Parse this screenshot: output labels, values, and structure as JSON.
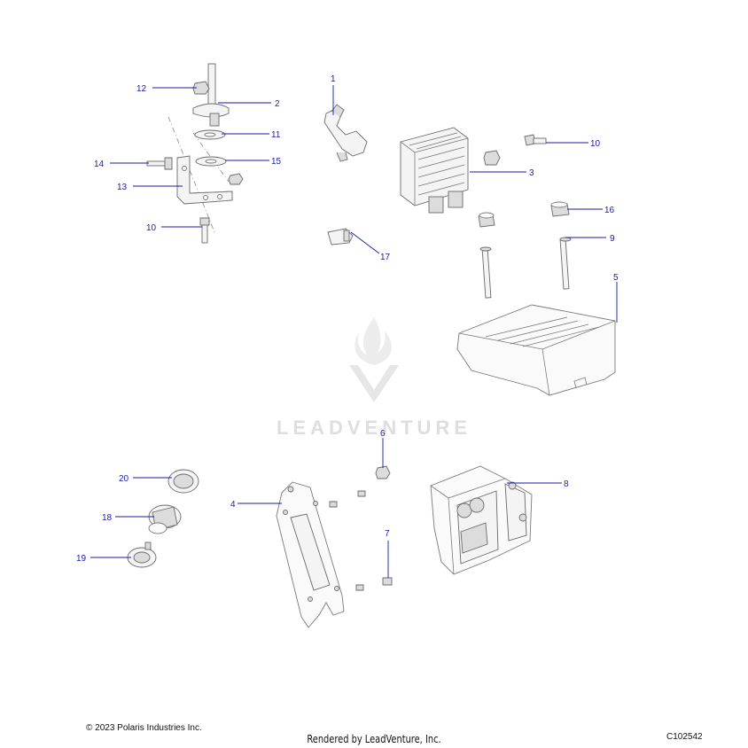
{
  "watermark": {
    "brand": "LEADVENTURE"
  },
  "callouts": [
    {
      "id": "c1",
      "num": "1"
    },
    {
      "id": "c2",
      "num": "2"
    },
    {
      "id": "c3",
      "num": "3"
    },
    {
      "id": "c4",
      "num": "4"
    },
    {
      "id": "c5",
      "num": "5"
    },
    {
      "id": "c6",
      "num": "6"
    },
    {
      "id": "c7",
      "num": "7"
    },
    {
      "id": "c8",
      "num": "8"
    },
    {
      "id": "c9",
      "num": "9"
    },
    {
      "id": "c10a",
      "num": "10"
    },
    {
      "id": "c10b",
      "num": "10"
    },
    {
      "id": "c11",
      "num": "11"
    },
    {
      "id": "c12",
      "num": "12"
    },
    {
      "id": "c13",
      "num": "13"
    },
    {
      "id": "c14",
      "num": "14"
    },
    {
      "id": "c15",
      "num": "15"
    },
    {
      "id": "c16",
      "num": "16"
    },
    {
      "id": "c17",
      "num": "17"
    },
    {
      "id": "c18",
      "num": "18"
    },
    {
      "id": "c19",
      "num": "19"
    },
    {
      "id": "c20",
      "num": "20"
    }
  ],
  "footer": {
    "copyright": "© 2023 Polaris Industries Inc.",
    "rendered_by": "Rendered by LeadVenture, Inc.",
    "drawing_id": "C102542"
  },
  "colors": {
    "callout": "#1a1aa8",
    "watermark": "#dedede"
  }
}
